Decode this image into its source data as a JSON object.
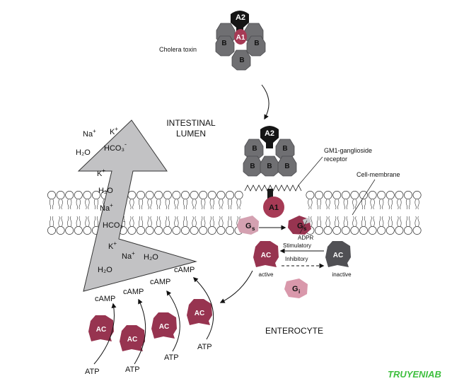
{
  "labels": {
    "cholera_toxin": "Cholera toxin",
    "intestinal": "INTESTINAL",
    "lumen": "LUMEN",
    "gm1_line1": "GM1-ganglioside",
    "gm1_line2": "receptor",
    "cell_membrane": "Cell-membrane",
    "enterocyte": "ENTEROCYTE",
    "adpr": "ADPR",
    "stimulatory": "Stimulatory",
    "inhibitory": "Inhibitory",
    "active": "active",
    "inactive": "inactive"
  },
  "subunits": {
    "a1": "A1",
    "a2": "A2",
    "b": "B"
  },
  "proteins": {
    "ac": "AC",
    "gs": "G",
    "gs_sub": "s",
    "gi": "G",
    "gi_sub": "i"
  },
  "molecules": {
    "camp": "cAMP",
    "atp": "ATP",
    "na": "Na",
    "k": "K",
    "h2o": "H₂O",
    "hco3": "HCO₃",
    "plus": "+",
    "minus": "-"
  },
  "watermark": "TRUYENIAB",
  "colors": {
    "toxin_b": "#6f6f72",
    "toxin_a2": "#151515",
    "toxin_a1": "#a63a55",
    "ac_active": "#973450",
    "ac_inactive": "#505054",
    "gi": "#d998ab",
    "gs_light": "#d4a1b1",
    "arrow_fill": "#c2c2c4"
  }
}
